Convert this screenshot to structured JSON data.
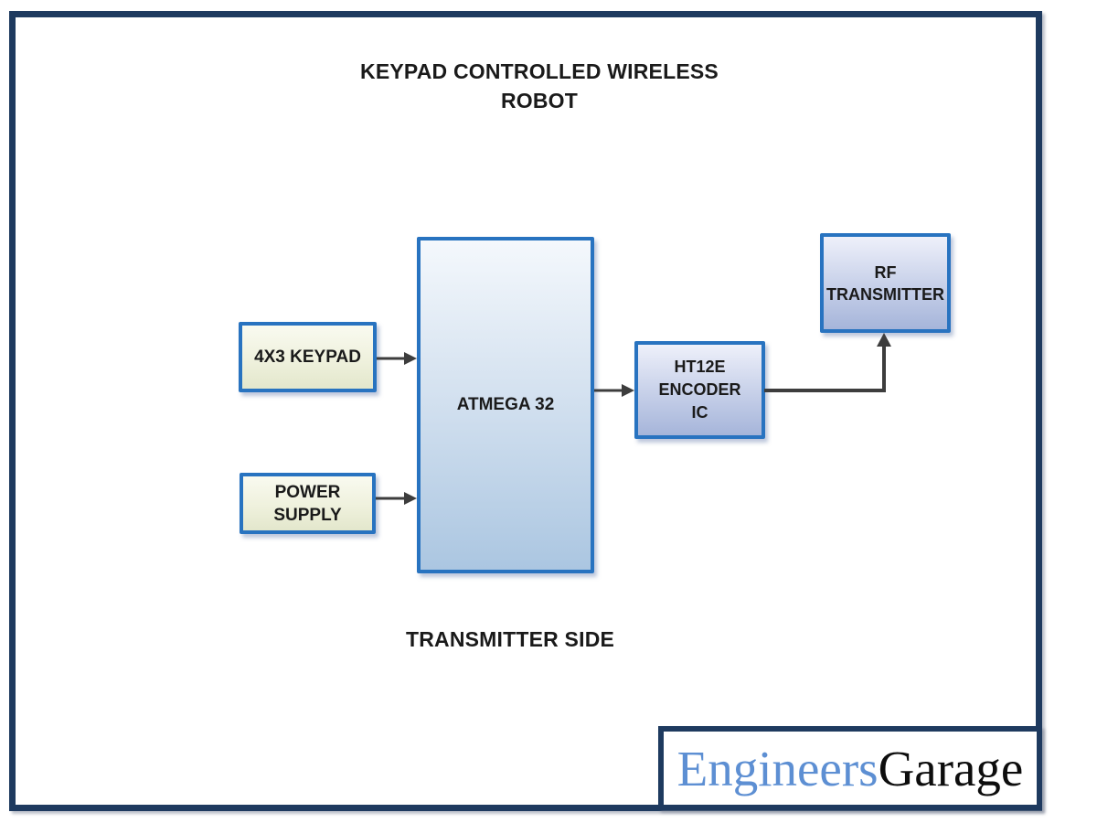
{
  "diagram": {
    "title": {
      "line1": "KEYPAD CONTROLLED WIRELESS",
      "line2": "ROBOT"
    },
    "section_label": "TRANSMITTER SIDE",
    "blocks": {
      "keypad": "4X3 KEYPAD",
      "power_supply": "POWER SUPPLY",
      "atmega": "ATMEGA 32",
      "encoder": "HT12E ENCODER IC",
      "rf_transmitter": "RF TRANSMITTER"
    },
    "connections": [
      {
        "from": "4X3 KEYPAD",
        "to": "ATMEGA 32"
      },
      {
        "from": "POWER SUPPLY",
        "to": "ATMEGA 32"
      },
      {
        "from": "ATMEGA 32",
        "to": "HT12E ENCODER IC"
      },
      {
        "from": "HT12E ENCODER IC",
        "to": "RF TRANSMITTER"
      }
    ]
  },
  "branding": {
    "logo_text_blue": "Engineers",
    "logo_text_black": "Garage"
  },
  "colors": {
    "frame_navy": "#1e3a5f",
    "block_border_blue": "#2873c0",
    "keypad_fill_bottom": "#e3e7cc",
    "atmega_fill_bottom": "#abc6e1",
    "encoder_fill_bottom": "#a6b5da",
    "arrow_gray": "#3d3d3d",
    "logo_blue": "#5d8fd3",
    "text_black": "#1a1a1a"
  }
}
